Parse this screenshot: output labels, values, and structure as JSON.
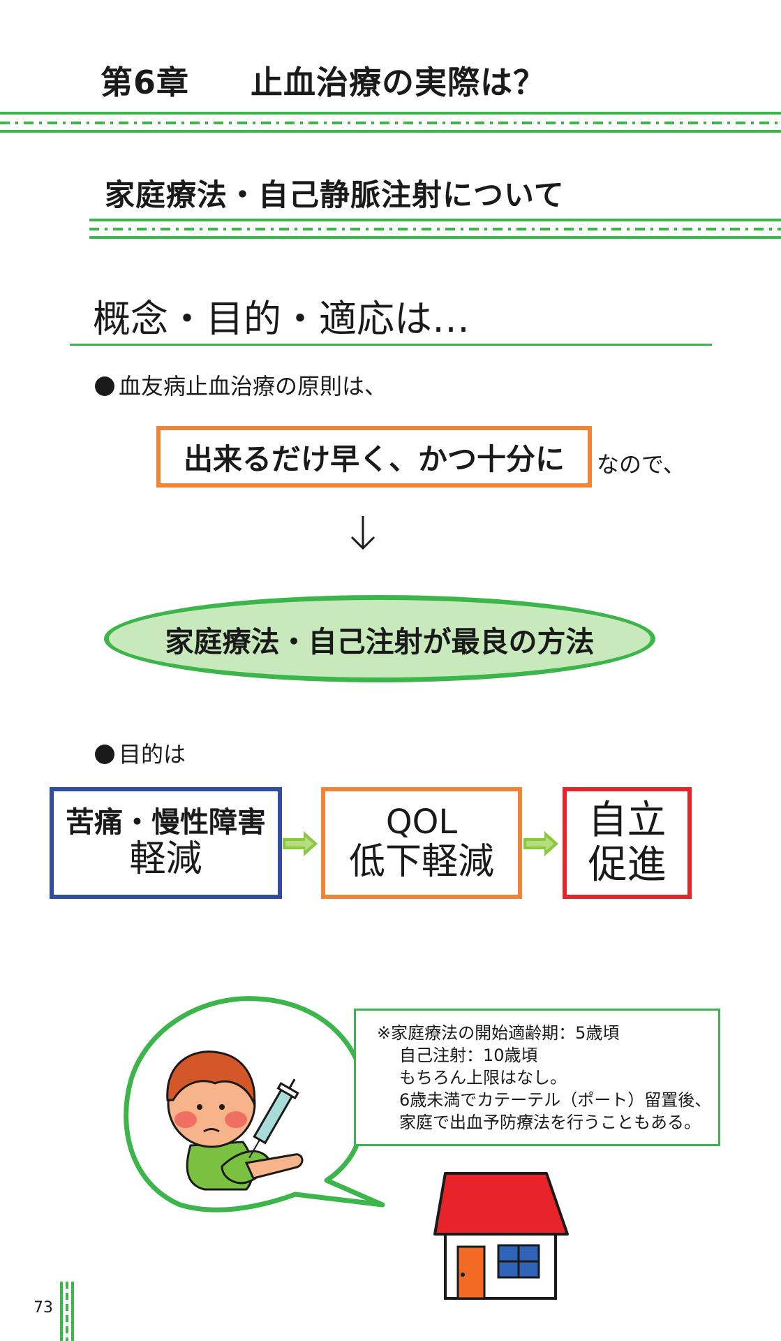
{
  "chapter": {
    "number": "第6章",
    "title": "止血治療の実際は？"
  },
  "section_title": "家庭療法・自己静脈注射について",
  "concept_heading": "概念・目的・適応は…",
  "principle": {
    "bullet": "血友病止血治療の原則は、",
    "boxed_text": "出来るだけ早く、かつ十分に",
    "suffix": "なので、",
    "arrow": "↓"
  },
  "best_method": "家庭療法・自己注射が最良の方法",
  "purpose": {
    "bullet": "目的は",
    "boxes": [
      {
        "line1": "苦痛・慢性障害",
        "line2": "軽減",
        "color": "#2f4ea3"
      },
      {
        "line1": "QOL",
        "line2": "低下軽減",
        "color": "#f08335"
      },
      {
        "line1": "自立",
        "line2": "促進",
        "color": "#e8242b"
      }
    ]
  },
  "note": {
    "lines": [
      "※家庭療法の開始適齢期：5歳頃",
      "自己注射：10歳頃",
      "もちろん上限はなし。",
      "6歳未満でカテーテル（ポート）留置後、",
      "家庭で出血予防療法を行うこともある。"
    ]
  },
  "page_number": "73",
  "colors": {
    "accent_green": "#3cb54a",
    "ellipse_fill": "#c7e9bb",
    "orange": "#f08335",
    "blue": "#2f4ea3",
    "red": "#e8242b",
    "arrow_green": "#8dc63f"
  }
}
